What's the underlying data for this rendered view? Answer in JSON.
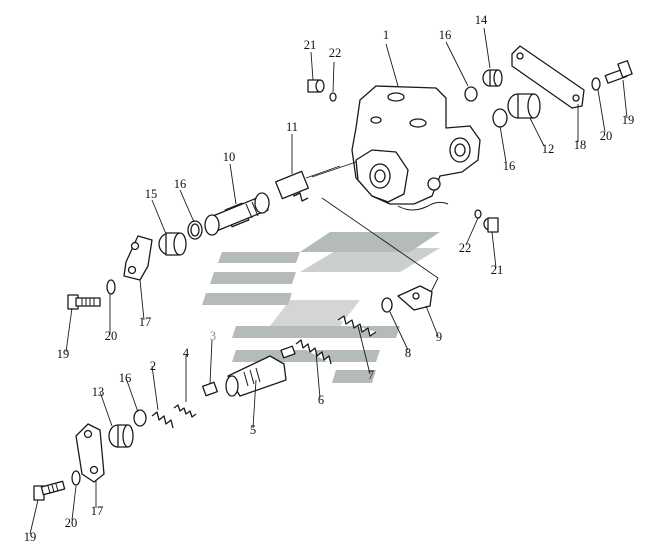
{
  "diagram": {
    "callouts": [
      {
        "id": "c1",
        "text": "1"
      },
      {
        "id": "c14",
        "text": "14"
      },
      {
        "id": "c16a",
        "text": "16"
      },
      {
        "id": "c21a",
        "text": "21"
      },
      {
        "id": "c22a",
        "text": "22"
      },
      {
        "id": "c11",
        "text": "11"
      },
      {
        "id": "c10",
        "text": "10"
      },
      {
        "id": "c15",
        "text": "15"
      },
      {
        "id": "c16b",
        "text": "16"
      },
      {
        "id": "c16c",
        "text": "16"
      },
      {
        "id": "c12",
        "text": "12"
      },
      {
        "id": "c18",
        "text": "18"
      },
      {
        "id": "c20a",
        "text": "20"
      },
      {
        "id": "c19a",
        "text": "19"
      },
      {
        "id": "c22b",
        "text": "22"
      },
      {
        "id": "c21b",
        "text": "21"
      },
      {
        "id": "c9",
        "text": "9"
      },
      {
        "id": "c8",
        "text": "8"
      },
      {
        "id": "c7",
        "text": "7"
      },
      {
        "id": "c6",
        "text": "6"
      },
      {
        "id": "c5",
        "text": "5"
      },
      {
        "id": "c3",
        "text": "3"
      },
      {
        "id": "c4",
        "text": "4"
      },
      {
        "id": "c2",
        "text": "2"
      },
      {
        "id": "c16d",
        "text": "16"
      },
      {
        "id": "c13",
        "text": "13"
      },
      {
        "id": "c17a",
        "text": "17"
      },
      {
        "id": "c20b",
        "text": "20"
      },
      {
        "id": "c19b",
        "text": "19"
      },
      {
        "id": "c17b",
        "text": "17"
      },
      {
        "id": "c20c",
        "text": "20"
      },
      {
        "id": "c19c",
        "text": "19"
      }
    ],
    "watermark_icon": "stylized-logo-watermark"
  }
}
